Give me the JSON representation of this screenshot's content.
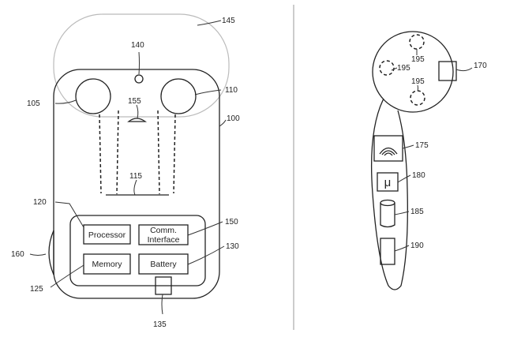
{
  "figure_left": {
    "box_labels": {
      "processor": "Processor",
      "comm_line1": "Comm.",
      "comm_line2": "Interface",
      "memory": "Memory",
      "battery": "Battery"
    },
    "refs": {
      "lid": "145",
      "indicator": "140",
      "earbud_left": "105",
      "earbud_right": "110",
      "sensor": "155",
      "case": "100",
      "cable": "115",
      "processor": "120",
      "comm_interface": "150",
      "side_button": "160",
      "battery": "130",
      "memory": "125",
      "port": "135"
    }
  },
  "figure_right": {
    "mu_symbol": "μ",
    "refs": {
      "head_part": "170",
      "sensors": [
        "195",
        "195",
        "195"
      ],
      "speaker": "175",
      "processor": "180",
      "battery": "185",
      "component": "190"
    }
  }
}
